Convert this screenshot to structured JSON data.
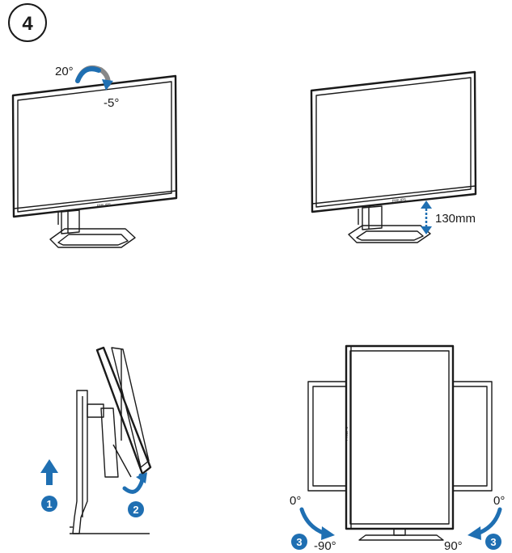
{
  "step": {
    "number": "4"
  },
  "tilt": {
    "up_angle": "20°",
    "down_angle": "-5°"
  },
  "height": {
    "range": "130mm"
  },
  "brand": {
    "logo": "PHILIPS"
  },
  "pivot_steps": {
    "step1": "1",
    "step2": "2",
    "step3_left": "3",
    "step3_right": "3"
  },
  "swivel": {
    "left_start": "0°",
    "left_end": "-90°",
    "right_start": "0°",
    "right_end": "90°"
  },
  "colors": {
    "accent": "#1f6fb2",
    "ink": "#1a1a1a"
  },
  "icons": [
    "tilt-arrow-icon",
    "height-arrow-icon",
    "lift-arrow-icon",
    "rotate-arrow-icon",
    "swivel-arrow-icon"
  ]
}
